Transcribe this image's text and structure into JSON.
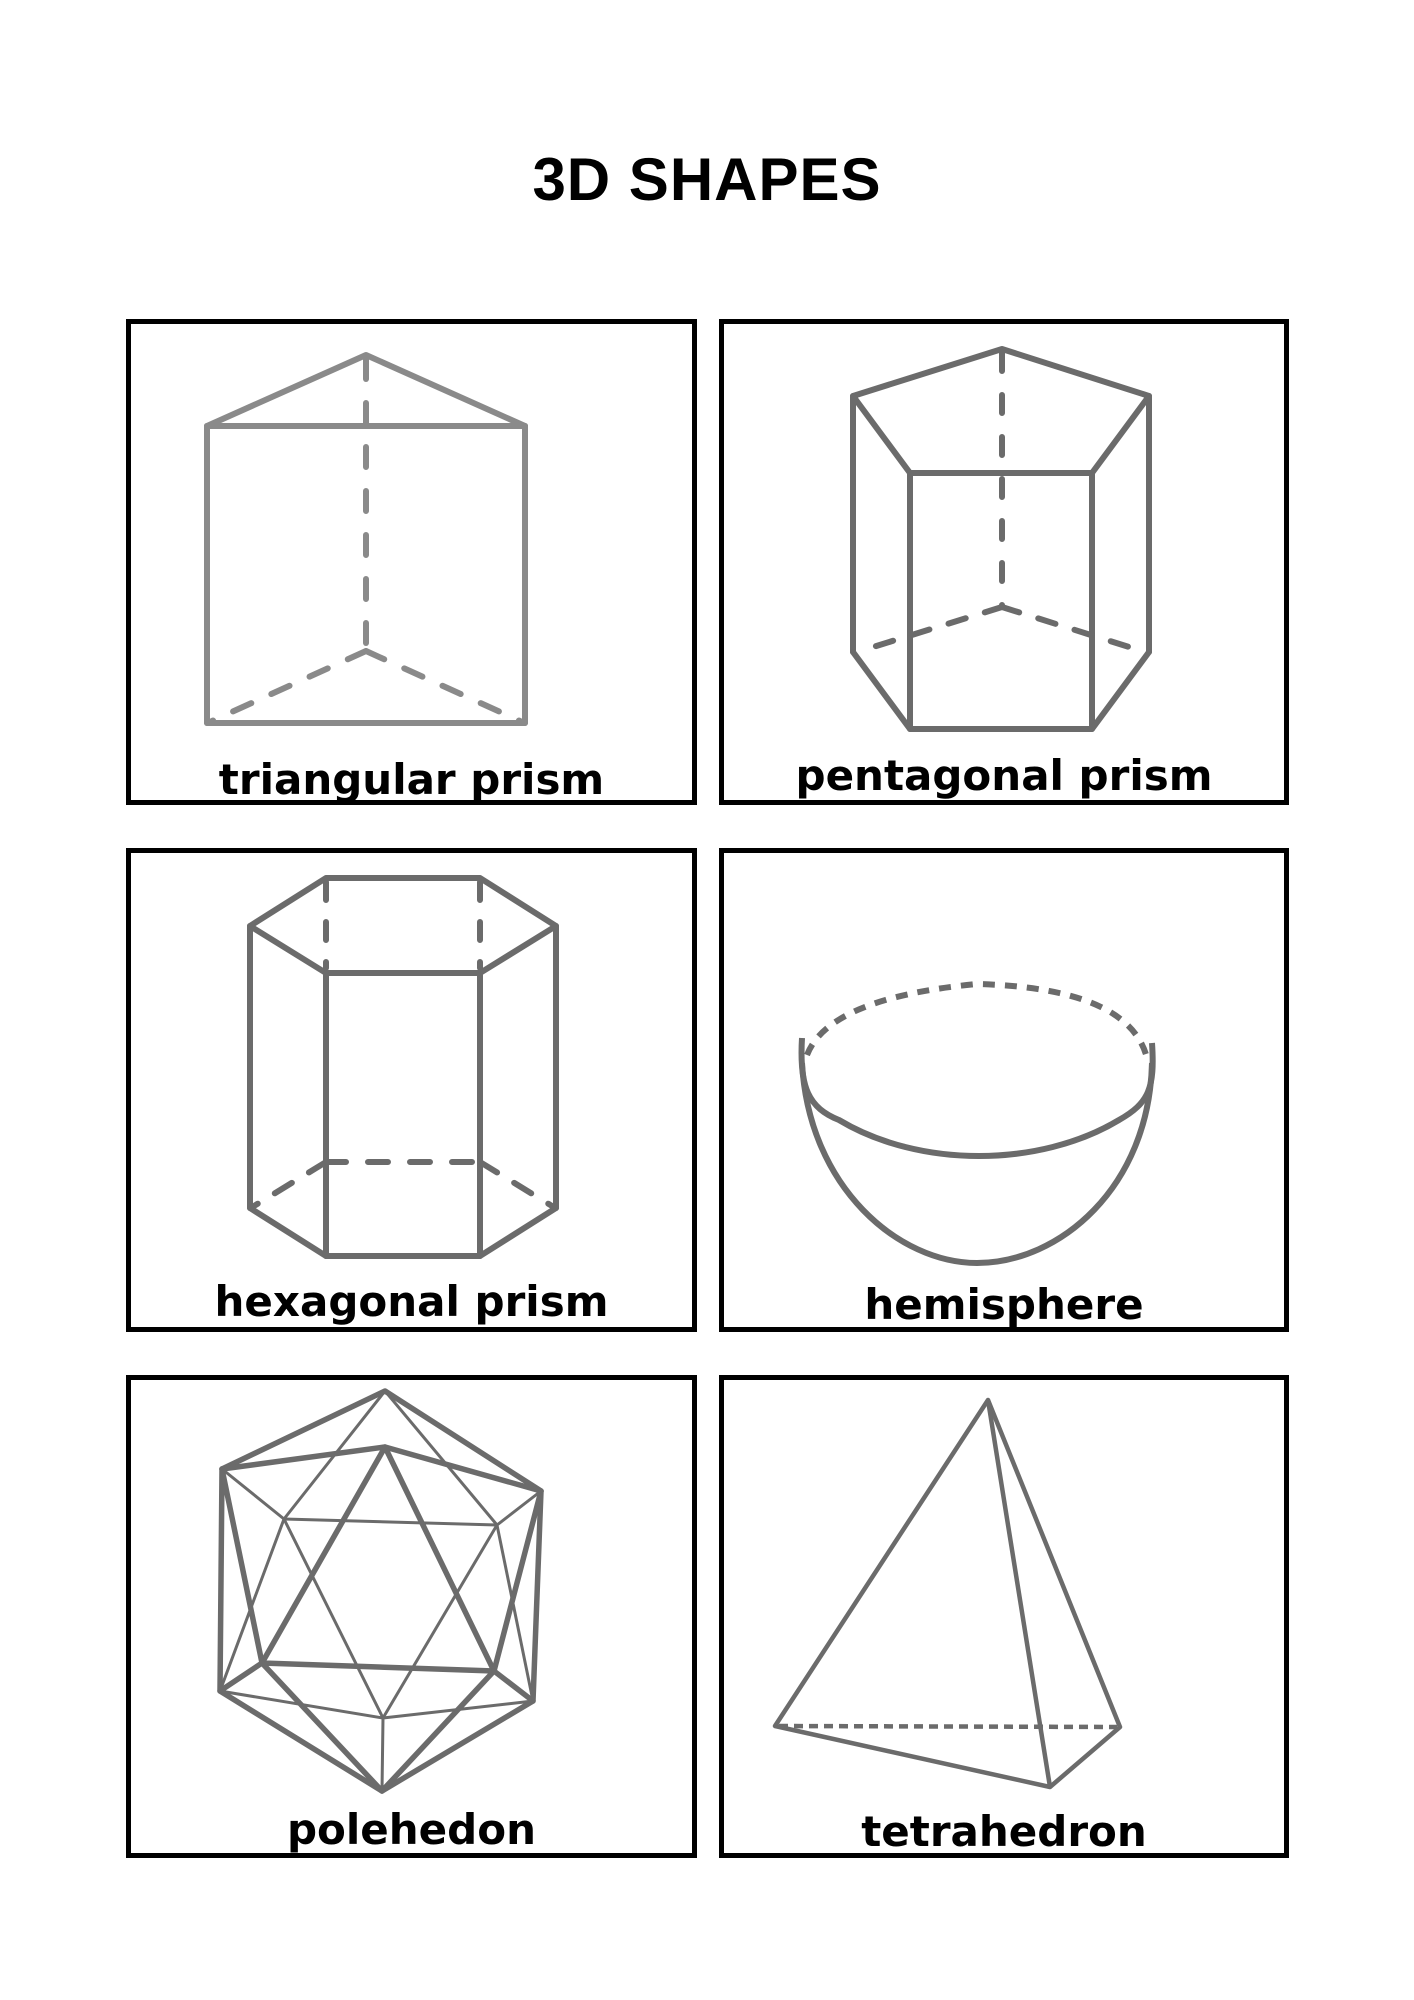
{
  "page": {
    "title": "3D SHAPES"
  },
  "colors": {
    "border": "#000000",
    "stroke": "#6b6b6b",
    "stroke_light": "#8a8a8a",
    "text": "#000000"
  },
  "cards": [
    {
      "label": "triangular prism",
      "icon": "triangular-prism-icon"
    },
    {
      "label": "pentagonal prism",
      "icon": "pentagonal-prism-icon"
    },
    {
      "label": "hexagonal prism",
      "icon": "hexagonal-prism-icon"
    },
    {
      "label": "hemisphere",
      "icon": "hemisphere-icon"
    },
    {
      "label": "polehedon",
      "icon": "polyhedron-icon"
    },
    {
      "label": "tetrahedron",
      "icon": "tetrahedron-icon"
    }
  ]
}
